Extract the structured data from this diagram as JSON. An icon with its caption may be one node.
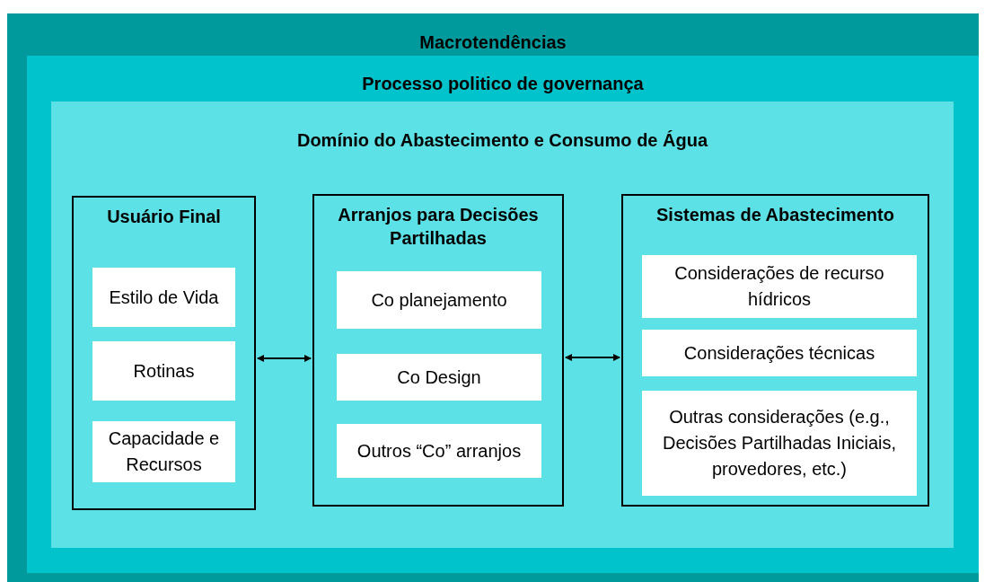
{
  "diagram": {
    "nodes": [
      {
        "text": [
          "Macrotendências"
        ]
      },
      {
        "text": [
          "Processo politico de governança"
        ],
        "in": 0
      },
      {
        "text": [
          "Domínio do Abastecimento e Consumo de Água"
        ],
        "in": 1
      },
      {
        "text": [
          "Usuário Final"
        ],
        "in": 2
      },
      {
        "text": [
          "Estilo de Vida"
        ],
        "in": 3
      },
      {
        "text": [
          "Rotinas"
        ],
        "in": 3
      },
      {
        "text": [
          "Capacidade e Recursos"
        ],
        "in": 3
      },
      {
        "text": [
          "Arranjos para Decisões Partilhadas"
        ],
        "in": 2
      },
      {
        "text": [
          "Co planejamento"
        ],
        "in": 7
      },
      {
        "text": [
          "Co Design"
        ],
        "in": 7
      },
      {
        "text": [
          "Outros “Co” arranjos"
        ],
        "in": 7
      },
      {
        "text": [
          "Sistemas de Abastecimento"
        ],
        "in": 2
      },
      {
        "text": [
          "Considerações de recurso hídricos"
        ],
        "in": 11
      },
      {
        "text": [
          "Considerações técnicas"
        ],
        "in": 11
      },
      {
        "text": [
          "Outras considerações (e.g., Decisões Partilhadas Iniciais, provedores, etc.)"
        ],
        "in": 11
      }
    ],
    "edges": [
      {
        "from": 3,
        "to": 7,
        "arrow": "both"
      },
      {
        "from": 7,
        "to": 11,
        "arrow": "both"
      }
    ]
  }
}
